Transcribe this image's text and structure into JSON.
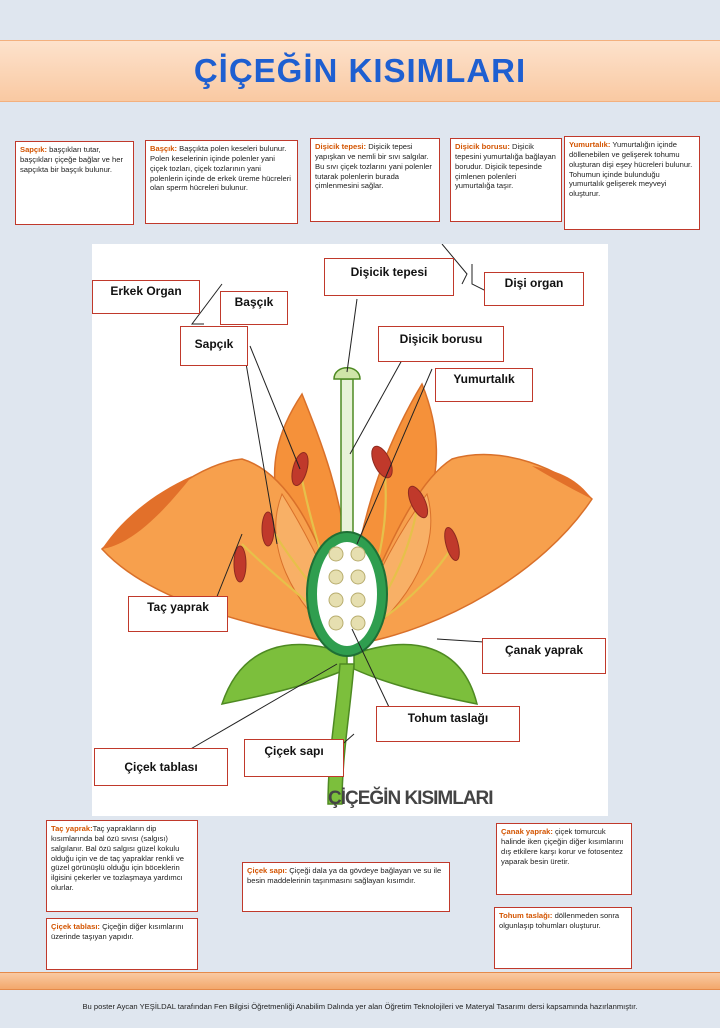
{
  "title": "ÇİÇEĞİN KISIMLARI",
  "info_boxes": {
    "sapcik": {
      "term": "Sapçık:",
      "text": " başçıkları tutar, başçıkları çiçeğe bağlar ve her sapçıkta bir başçık bulunur."
    },
    "bascik": {
      "term": "Başçık:",
      "text": " Başçıkta polen keseleri bulunur. Polen keselerinin içinde polenler yani çiçek tozları, çiçek tozlarının yani polenlerin içinde de erkek üreme hücreleri olan sperm hücreleri bulunur."
    },
    "disicik_tepesi": {
      "term": "Dişicik tepesi:",
      "text": " Dişicik tepesi yapışkan ve nemli bir sıvı salgılar. Bu sıvı çiçek tozlarını yani polenler tutarak polenlerin burada çimlenmesini sağlar."
    },
    "disicik_borusu": {
      "term": "Dişicik borusu:",
      "text": " Dişicik tepesini yumurtalığa bağlayan borudur. Dişicik tepesinde çimlenen polenleri yumurtalığa taşır."
    },
    "yumurtalik": {
      "term": "Yumurtalık:",
      "text": " Yumurtalığın içinde döllenebilen ve gelişerek tohumu oluşturan dişi eşey hücreleri bulunur. Tohumun içinde bulunduğu yumurtalık gelişerek meyveyi oluşturur."
    },
    "tac_yaprak": {
      "term": "Taç yaprak:",
      "text": "Taç yaprakların dip kısımlarında bal özü sıvısı (salgısı) salgılanır. Bal özü salgısı güzel kokulu olduğu için ve de taç yapraklar renkli ve güzel görünüşlü olduğu için böceklerin ilgisini çekerler ve tozlaşmaya yardımcı olurlar."
    },
    "cicek_tablasi": {
      "term": "Çiçek tablası:",
      "text": " Çiçeğin diğer kısımlarını üzerinde taşıyan yapıdır."
    },
    "cicek_sapi": {
      "term": "Çiçek sapı:",
      "text": " Çiçeği dala ya da gövdeye bağlayan ve su ile besin maddelerinin taşınmasını sağlayan kısımdır."
    },
    "canak_yaprak": {
      "term": "Çanak yaprak:",
      "text": " çiçek tomurcuk halinde iken çiçeğin diğer kısımlarını dış etkilere karşı korur ve fotosentez yaparak besin üretir."
    },
    "tohum_taslagi": {
      "term": "Tohum taslağı:",
      "text": " döllenmeden sonra olgunlaşıp tohumları oluşturur."
    }
  },
  "labels": {
    "disicik_tepesi": "Dişicik tepesi",
    "disi_organ": "Dişi organ",
    "erkek_organ": "Erkek Organ",
    "bascik": "Başçık",
    "sapcik": "Sapçık",
    "disicik_borusu": "Dişicik borusu",
    "yumurtalik": "Yumurtalık",
    "tac_yaprak": "Taç yaprak",
    "canak_yaprak": "Çanak yaprak",
    "tohum_taslagi": "Tohum taslağı",
    "cicek_sapi": "Çiçek sapı",
    "cicek_tablasi": "Çiçek tablası"
  },
  "diagram_caption": "ÇİÇEĞİN KISIMLARI",
  "footer": "Bu poster Aycan YEŞİLDAL tarafından Fen Bilgisi Öğretmenliği Anabilim Dalında yer alan Öğretim Teknolojileri  ve Materyal Tasarımı dersi kapsamında hazırlanmıştır.",
  "colors": {
    "title": "#1e5fd1",
    "petal": "#f5913a",
    "sepal": "#7cbf3c",
    "ovary": "#2f9e4f",
    "anther": "#c0392b",
    "box_border": "#c0392b",
    "term": "#d35400"
  }
}
